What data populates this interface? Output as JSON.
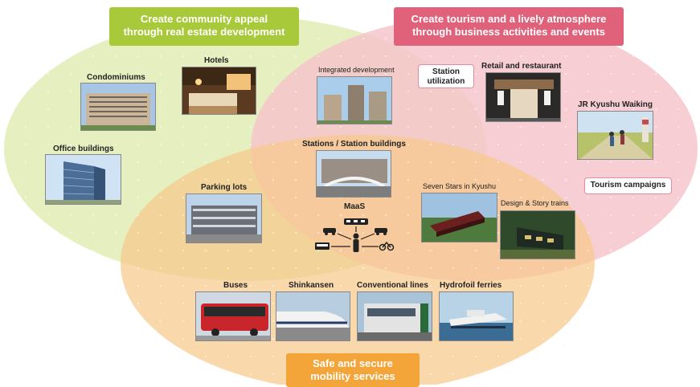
{
  "banners": {
    "real_estate": [
      "Create community appeal",
      "through real estate development"
    ],
    "tourism": [
      "Create tourism and a lively atmosphere",
      "through business activities and events"
    ],
    "mobility": [
      "Safe and secure",
      "mobility services"
    ]
  },
  "labels": {
    "hotels": "Hotels",
    "condominiums": "Condominiums",
    "office_buildings": "Office buildings",
    "integrated_development": "Integrated development",
    "stations": "Stations / Station buildings",
    "parking_lots": "Parking lots",
    "maas": "MaaS",
    "station_utilization": [
      "Station",
      "utilization"
    ],
    "retail_restaurant": "Retail and restaurant",
    "jr_walking": "JR Kyushu Waiking",
    "tourism_campaigns": "Tourism campaigns",
    "seven_stars": "Seven Stars in Kyushu",
    "design_story": "Design & Story trains",
    "buses": "Buses",
    "shinkansen": "Shinkansen",
    "conventional": "Conventional lines",
    "ferries": "Hydrofoil ferries"
  },
  "colors": {
    "green_circle": "#e6efc0",
    "pink_circle": "#f7c9cf",
    "orange_circle": "#f9d7a6",
    "green_banner": "#a7c93a",
    "pink_banner": "#e0617a",
    "orange_banner": "#f3a53a"
  },
  "icons": [
    "car-icon",
    "bus-icon",
    "train-icon",
    "taxi-icon",
    "bicycle-icon",
    "person-icon"
  ]
}
